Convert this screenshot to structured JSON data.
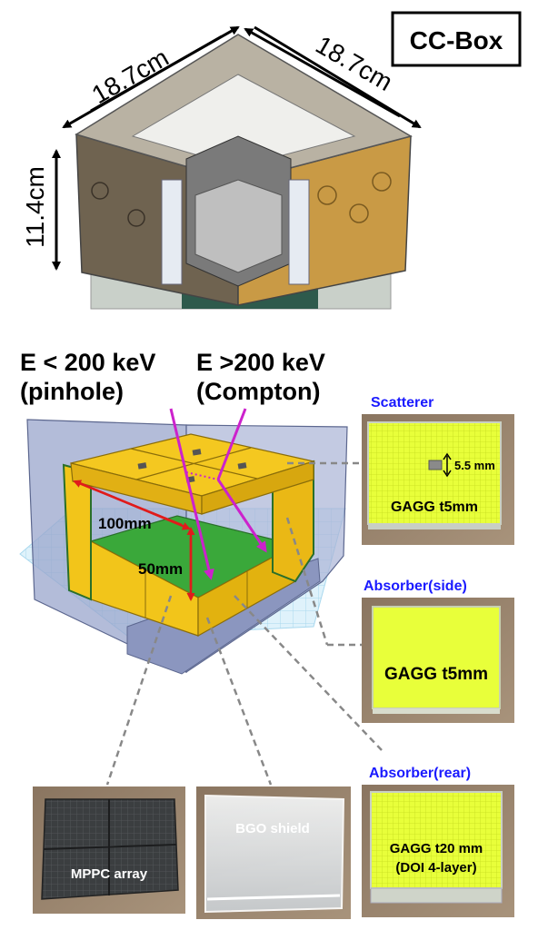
{
  "title_box": "CC-Box",
  "dimensions": {
    "width_left": "18.7cm",
    "width_right": "18.7cm",
    "height": "11.4cm"
  },
  "energy": {
    "low_line1": "E < 200 keV",
    "low_line2": "(pinhole)",
    "high_line1": "E >200 keV",
    "high_line2": "(Compton)"
  },
  "distances": {
    "d1": "100mm",
    "d2": "50mm"
  },
  "photos": {
    "scatterer": {
      "label": "Scatterer",
      "text": "GAGG t5mm",
      "note": "5.5 mm"
    },
    "absorber_side": {
      "label": "Absorber(side)",
      "text": "GAGG t5mm"
    },
    "absorber_rear": {
      "label": "Absorber(rear)",
      "text_line1": "GAGG t20 mm",
      "text_line2": "(DOI 4-layer)"
    },
    "mppc": {
      "text": "MPPC array"
    },
    "bgo": {
      "text": "BGO shield"
    }
  },
  "colors": {
    "label_blue": "#1a1aff",
    "arrow_magenta": "#cc22cc",
    "dim_red": "#e01b1b",
    "gagg_yellow": "#e8ff3a",
    "crystal_gold": "#f2c51a",
    "pcb_green": "#3aa83a",
    "shield_blue": "#9aa6cc"
  }
}
